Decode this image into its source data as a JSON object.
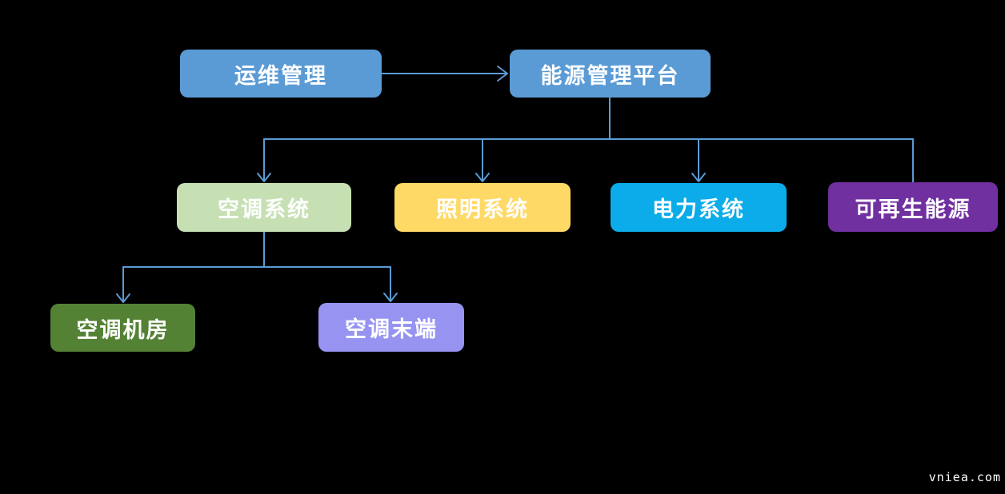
{
  "diagram": {
    "background": "#000000",
    "text_color": "#FFFFFF",
    "connector_color": "#5B9BD5",
    "nodes": [
      {
        "id": "ops-management",
        "label": "运维管理",
        "color": "#5B9BD5"
      },
      {
        "id": "energy-platform",
        "label": "能源管理平台",
        "color": "#5B9BD5"
      },
      {
        "id": "hvac-system",
        "label": "空调系统",
        "color": "#C6E0B4"
      },
      {
        "id": "lighting-system",
        "label": "照明系统",
        "color": "#FFD966"
      },
      {
        "id": "power-system",
        "label": "电力系统",
        "color": "#0BACE9"
      },
      {
        "id": "renewable-energy",
        "label": "可再生能源",
        "color": "#7030A0"
      },
      {
        "id": "hvac-plant-room",
        "label": "空调机房",
        "color": "#548235"
      },
      {
        "id": "hvac-terminal",
        "label": "空调末端",
        "color": "#9694F0"
      }
    ],
    "edges": [
      {
        "from": "运维管理",
        "to": "能源管理平台",
        "arrow": true
      },
      {
        "from": "能源管理平台",
        "to": "空调系统",
        "arrow": true
      },
      {
        "from": "能源管理平台",
        "to": "照明系统",
        "arrow": true
      },
      {
        "from": "能源管理平台",
        "to": "电力系统",
        "arrow": true
      },
      {
        "from": "能源管理平台",
        "to": "可再生能源",
        "arrow": false
      },
      {
        "from": "空调系统",
        "to": "空调机房",
        "arrow": true
      },
      {
        "from": "空调系统",
        "to": "空调末端",
        "arrow": true
      }
    ]
  },
  "watermark": {
    "text": "vniea.com",
    "color": "#FFFFFF"
  }
}
